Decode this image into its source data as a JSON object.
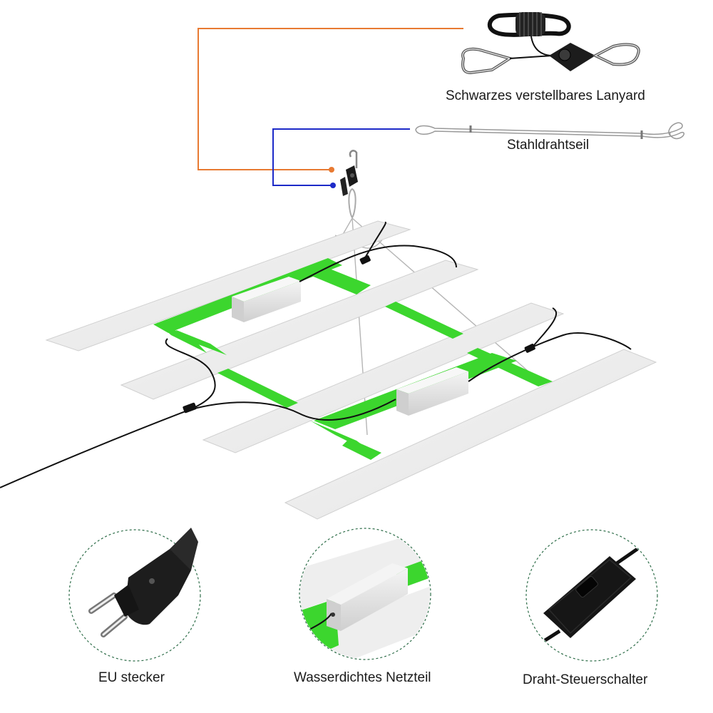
{
  "labels": {
    "lanyard": "Schwarzes verstellbares Lanyard",
    "steel_wire": "Stahldrahtseil",
    "eu_plug": "EU stecker",
    "power_supply": "Wasserdichtes Netzteil",
    "switch": "Draht-Steuerschalter"
  },
  "colors": {
    "frame_green": "#3cd62e",
    "panel": "#eeeeee",
    "driver": "#e7e7e7",
    "callout_orange": "#e87a32",
    "callout_blue": "#1d2ac8",
    "cable": "#111111",
    "circle_border": "#2f6e4a"
  },
  "icons": [
    "rope-ratchet-icon",
    "steel-wire-icon",
    "eu-plug-icon",
    "power-supply-icon",
    "inline-switch-icon"
  ]
}
